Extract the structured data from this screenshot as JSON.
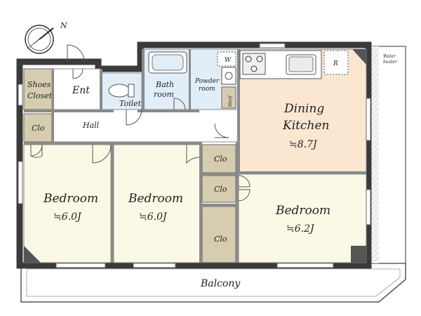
{
  "compass": {
    "north_label": "N",
    "icon": "compass-icon"
  },
  "water_heater": {
    "line1": "Water",
    "line2": "heater"
  },
  "rooms": {
    "shoes_closet": {
      "line1": "Shoes",
      "line2": "Closet"
    },
    "entrance": {
      "label": "Ent"
    },
    "toilet": {
      "label": "Toilet"
    },
    "bathroom": {
      "line1": "Bath",
      "line2": "room"
    },
    "powder_room": {
      "line1": "Powder",
      "line2": "room",
      "washer_mark": "W"
    },
    "shelf": {
      "label": "Shelf"
    },
    "dining_kitchen": {
      "line1": "Dining",
      "line2": "Kitchen",
      "size": "≒8.7J",
      "fridge_mark": "R"
    },
    "hall": {
      "label": "Hall"
    },
    "closet_hall": {
      "label": "Clo"
    },
    "bedroom_1": {
      "label": "Bedroom",
      "size": "≒6.0J"
    },
    "bedroom_2": {
      "label": "Bedroom",
      "size": "≒6.0J"
    },
    "bedroom_3": {
      "label": "Bedroom",
      "size": "≒6.2J"
    },
    "closet_a": {
      "label": "Clo"
    },
    "closet_b": {
      "label": "Clo"
    },
    "closet_c": {
      "label": "Clo"
    },
    "balcony": {
      "label": "Balcony"
    }
  },
  "colors": {
    "wall": "#8a8a8a",
    "wall_dark": "#3a3a3a",
    "bedroom_floor": "#fbf9e6",
    "kitchen_floor": "#fbe6d2",
    "wet_floor": "#e1eef8",
    "closet": "#d6ccb0",
    "balcony": "#ffffff"
  }
}
